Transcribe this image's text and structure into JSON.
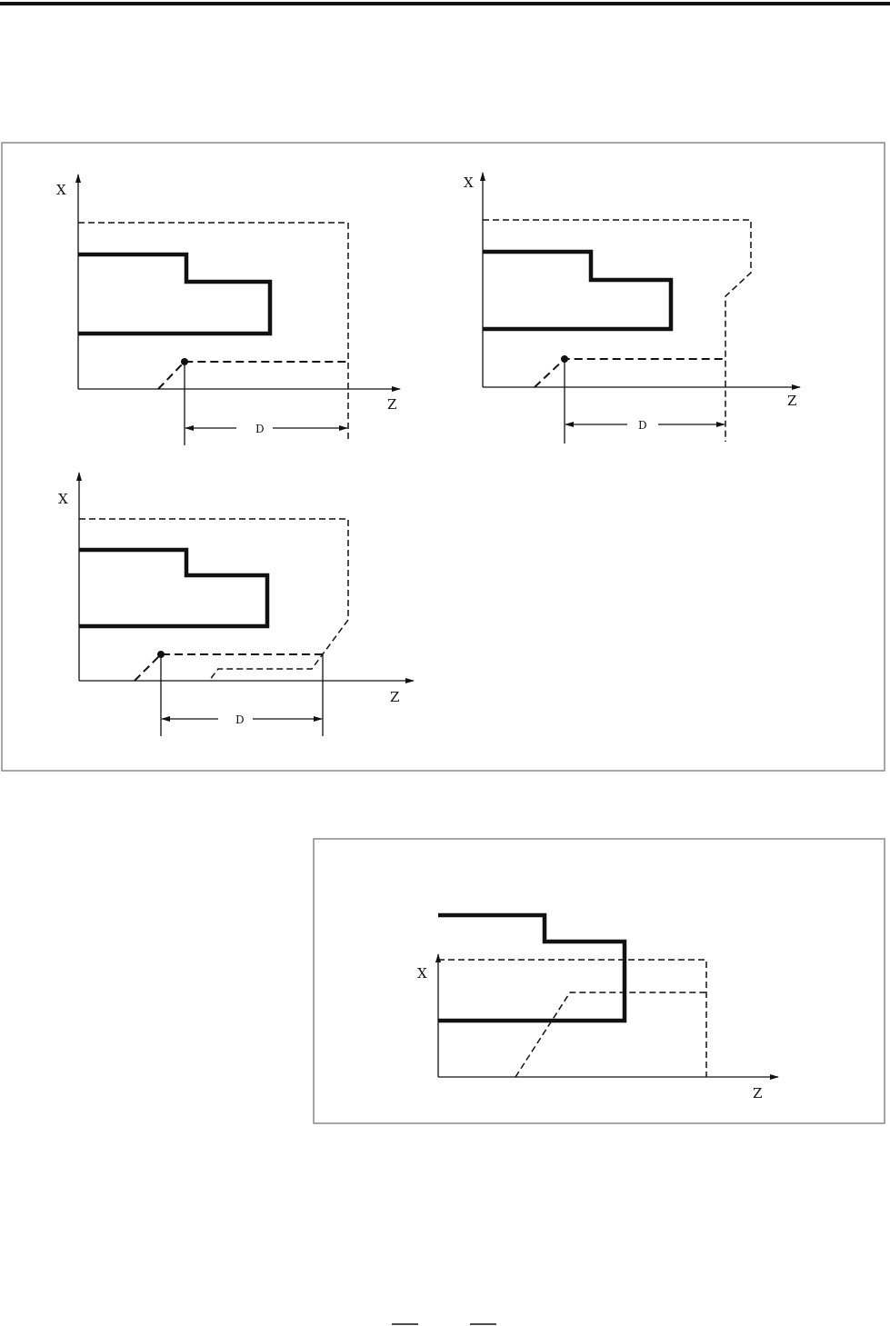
{
  "figures": {
    "top_panel": {
      "diagram_a": {
        "x_axis": "X",
        "z_axis": "Z",
        "dimension": "D"
      },
      "diagram_b": {
        "x_axis": "X",
        "z_axis": "Z",
        "dimension": "D"
      },
      "diagram_c": {
        "x_axis": "X",
        "z_axis": "Z",
        "dimension": "D"
      }
    },
    "bottom_panel": {
      "diagram_d": {
        "x_axis": "X",
        "z_axis": "Z"
      }
    }
  },
  "colors": {
    "line": "#111111",
    "frame": "#888888"
  }
}
